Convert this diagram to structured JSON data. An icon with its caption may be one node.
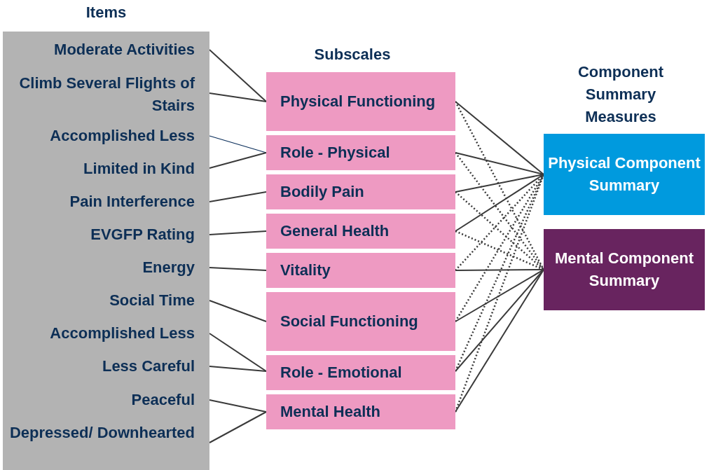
{
  "diagram": {
    "nodes": [
      {
        "text": [
          "Items"
        ]
      },
      {
        "text": [
          "Moderate Activities"
        ],
        "in": 0
      },
      {
        "text": [
          "Climb Several Flights of Stairs"
        ],
        "in": 0
      },
      {
        "text": [
          "Accomplished Less"
        ],
        "in": 0
      },
      {
        "text": [
          "Limited in Kind"
        ],
        "in": 0
      },
      {
        "text": [
          "Pain Interference"
        ],
        "in": 0
      },
      {
        "text": [
          "EVGFP Rating"
        ],
        "in": 0
      },
      {
        "text": [
          "Energy"
        ],
        "in": 0
      },
      {
        "text": [
          "Social Time"
        ],
        "in": 0
      },
      {
        "text": [
          "Accomplished Less"
        ],
        "in": 0
      },
      {
        "text": [
          "Less Careful"
        ],
        "in": 0
      },
      {
        "text": [
          "Peaceful"
        ],
        "in": 0
      },
      {
        "text": [
          "Depressed/ Downhearted"
        ],
        "in": 0
      },
      {
        "text": [
          "Physical Functioning"
        ]
      },
      {
        "text": [
          "Role - Physical"
        ]
      },
      {
        "text": [
          "Bodily Pain"
        ]
      },
      {
        "text": [
          "General Health"
        ]
      },
      {
        "text": [
          "Vitality"
        ]
      },
      {
        "text": [
          "Social Functioning"
        ]
      },
      {
        "text": [
          "Role - Emotional"
        ]
      },
      {
        "text": [
          "Mental Health"
        ]
      },
      {
        "text": [
          "Physical Component Summary"
        ]
      },
      {
        "text": [
          "Mental Component Summary"
        ]
      }
    ],
    "edges": [
      {
        "from": 1,
        "to": 13,
        "arrow": "none"
      },
      {
        "from": 2,
        "to": 13,
        "arrow": "none"
      },
      {
        "from": 3,
        "to": 14,
        "arrow": "none",
        "color": "#0b2f5b"
      },
      {
        "from": 4,
        "to": 14,
        "arrow": "none"
      },
      {
        "from": 5,
        "to": 15,
        "arrow": "none"
      },
      {
        "from": 6,
        "to": 16,
        "arrow": "none"
      },
      {
        "from": 7,
        "to": 17,
        "arrow": "none"
      },
      {
        "from": 8,
        "to": 18,
        "arrow": "none"
      },
      {
        "from": 9,
        "to": 19,
        "arrow": "none"
      },
      {
        "from": 10,
        "to": 19,
        "arrow": "none"
      },
      {
        "from": 11,
        "to": 20,
        "arrow": "none"
      },
      {
        "from": 12,
        "to": 20,
        "arrow": "none"
      },
      {
        "from": 13,
        "to": 21,
        "arrow": "none"
      },
      {
        "from": 13,
        "to": 22,
        "arrow": "none",
        "style": "dashed"
      },
      {
        "from": 14,
        "to": 21,
        "arrow": "none"
      },
      {
        "from": 14,
        "to": 22,
        "arrow": "none",
        "style": "dashed"
      },
      {
        "from": 15,
        "to": 21,
        "arrow": "none"
      },
      {
        "from": 15,
        "to": 22,
        "arrow": "none",
        "style": "dashed"
      },
      {
        "from": 16,
        "to": 21,
        "arrow": "none"
      },
      {
        "from": 16,
        "to": 22,
        "arrow": "none",
        "style": "dashed"
      },
      {
        "from": 17,
        "to": 21,
        "arrow": "none",
        "style": "dashed"
      },
      {
        "from": 17,
        "to": 22,
        "arrow": "none"
      },
      {
        "from": 18,
        "to": 21,
        "arrow": "none",
        "style": "dashed"
      },
      {
        "from": 18,
        "to": 22,
        "arrow": "none"
      },
      {
        "from": 19,
        "to": 21,
        "arrow": "none",
        "style": "dashed"
      },
      {
        "from": 19,
        "to": 22,
        "arrow": "none"
      },
      {
        "from": 20,
        "to": 21,
        "arrow": "none",
        "style": "dashed"
      },
      {
        "from": 20,
        "to": 22,
        "arrow": "none"
      }
    ],
    "labels": [
      "Subscales",
      "Component Summary Measures"
    ]
  }
}
